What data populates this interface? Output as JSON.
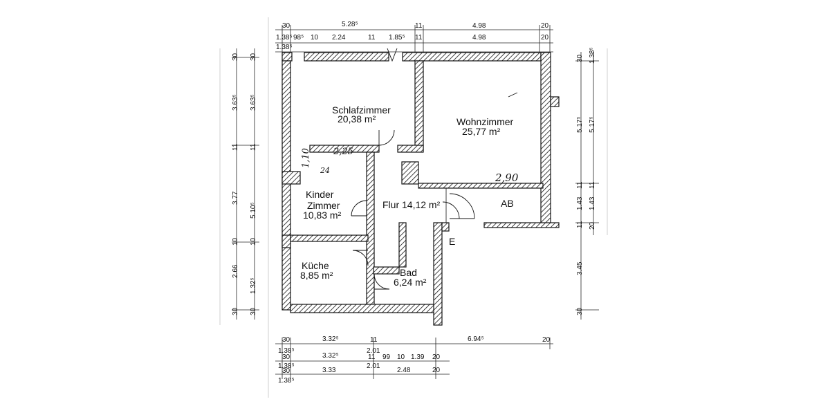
{
  "rooms": {
    "schlafzimmer": {
      "name": "Schlafzimmer",
      "area": "20,38 m²"
    },
    "wohnzimmer": {
      "name": "Wohnzimmer",
      "area": "25,77 m²"
    },
    "kinderzimmer": {
      "name1": "Kinder",
      "name2": "Zimmer",
      "area": "10,83 m²"
    },
    "flur": {
      "name": "Flur",
      "area": "14,12 m²"
    },
    "ab": {
      "name": "AB"
    },
    "kueche": {
      "name": "Küche",
      "area": "8,85 m²"
    },
    "bad": {
      "name": "Bad",
      "area": "6,24 m²"
    },
    "entrance": {
      "name": "E"
    }
  },
  "handwritten": {
    "h1": "1,10",
    "h2": "2,25",
    "h3": "24",
    "h4": "2,90"
  },
  "dims_top": {
    "r1": [
      "30",
      "5.28⁵",
      "11",
      "4.98",
      "20"
    ],
    "r2": [
      "1.38⁵",
      "98⁵",
      "10",
      "2.24",
      "11",
      "1.85⁵",
      "11",
      "4.98",
      "20"
    ],
    "r3": [
      "1.38⁵"
    ]
  },
  "dims_bottom": {
    "r1": [
      "30",
      "3.32⁵",
      "11",
      "6.94⁵",
      "20"
    ],
    "r2": [
      "1.38⁵",
      "2.01",
      "30",
      "3.32⁵",
      "11",
      "99",
      "10",
      "1.39",
      "20"
    ],
    "r3": [
      "1.38⁵",
      "2.01",
      "30",
      "3.33",
      "2.48",
      "20"
    ],
    "r4": [
      "1.38⁵"
    ]
  },
  "dims_left": {
    "col1": [
      "30",
      "3.63⁵",
      "11",
      "3.77",
      "10",
      "2.66",
      "30"
    ],
    "col2": [
      "30",
      "3.63⁵",
      "11",
      "5.10⁵",
      "10",
      "1.32⁵",
      "30"
    ]
  },
  "dims_right": {
    "col1": [
      "30",
      "5.17⁵",
      "11",
      "1.43",
      "11",
      "3.45",
      "30"
    ],
    "col2": [
      "1.38⁵",
      "5.17⁵",
      "11",
      "1.43",
      "20"
    ]
  }
}
